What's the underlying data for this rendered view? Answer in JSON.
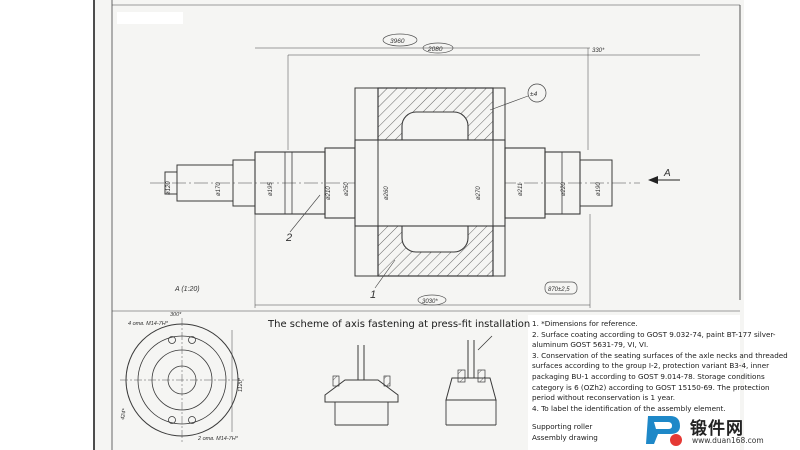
{
  "drawing": {
    "scheme_title": "The scheme of axis fastening at press-fit installation",
    "view_label": "A (1:20)",
    "section_arrow_label": "A",
    "callouts": [
      "1",
      "2",
      "±4"
    ],
    "dimensions": {
      "top_1": "3960",
      "top_2": "2080",
      "top_3": "330*",
      "d1": "ø120",
      "d2": "ø170",
      "d3": "ø195",
      "d4": "ø210",
      "d5": "ø250",
      "d6": "ø260",
      "d7": "ø270",
      "d8": "ø211",
      "d9": "ø220",
      "d10": "ø190",
      "bottom_1": "3030*",
      "bottom_2": "870±2,5",
      "view_300": "300*",
      "view_bolt_top": "4 отв. M14-7H*",
      "view_bolt_bottom": "2 отв. M14-7H*",
      "view_angle": "424*",
      "view_1120": "1120*"
    }
  },
  "notes": [
    "1. *Dimensions for reference.",
    "2. Surface coating according to GOST 9.032-74, paint BT-177 silver-aluminum GOST 5631-79, VI, VI.",
    "3. Conservation of the seating surfaces of the axle necks and threaded surfaces according to the group I-2, protection variant B3-4, inner packaging BU-1 according to GOST 9.014-78. Storage conditions category is 6 (OZh2) according to GOST 15150-69. The protection period without reconservation is 1 year.",
    "4. To label the identification of the assembly element."
  ],
  "title_block": {
    "line1": "Supporting roller",
    "line2": "Assembly drawing"
  },
  "watermark": {
    "name": "锻件网",
    "url": "www.duan168.com"
  },
  "colors": {
    "line": "#3a3a3a",
    "paper": "#f4f4f2",
    "hatch": "#555555"
  }
}
